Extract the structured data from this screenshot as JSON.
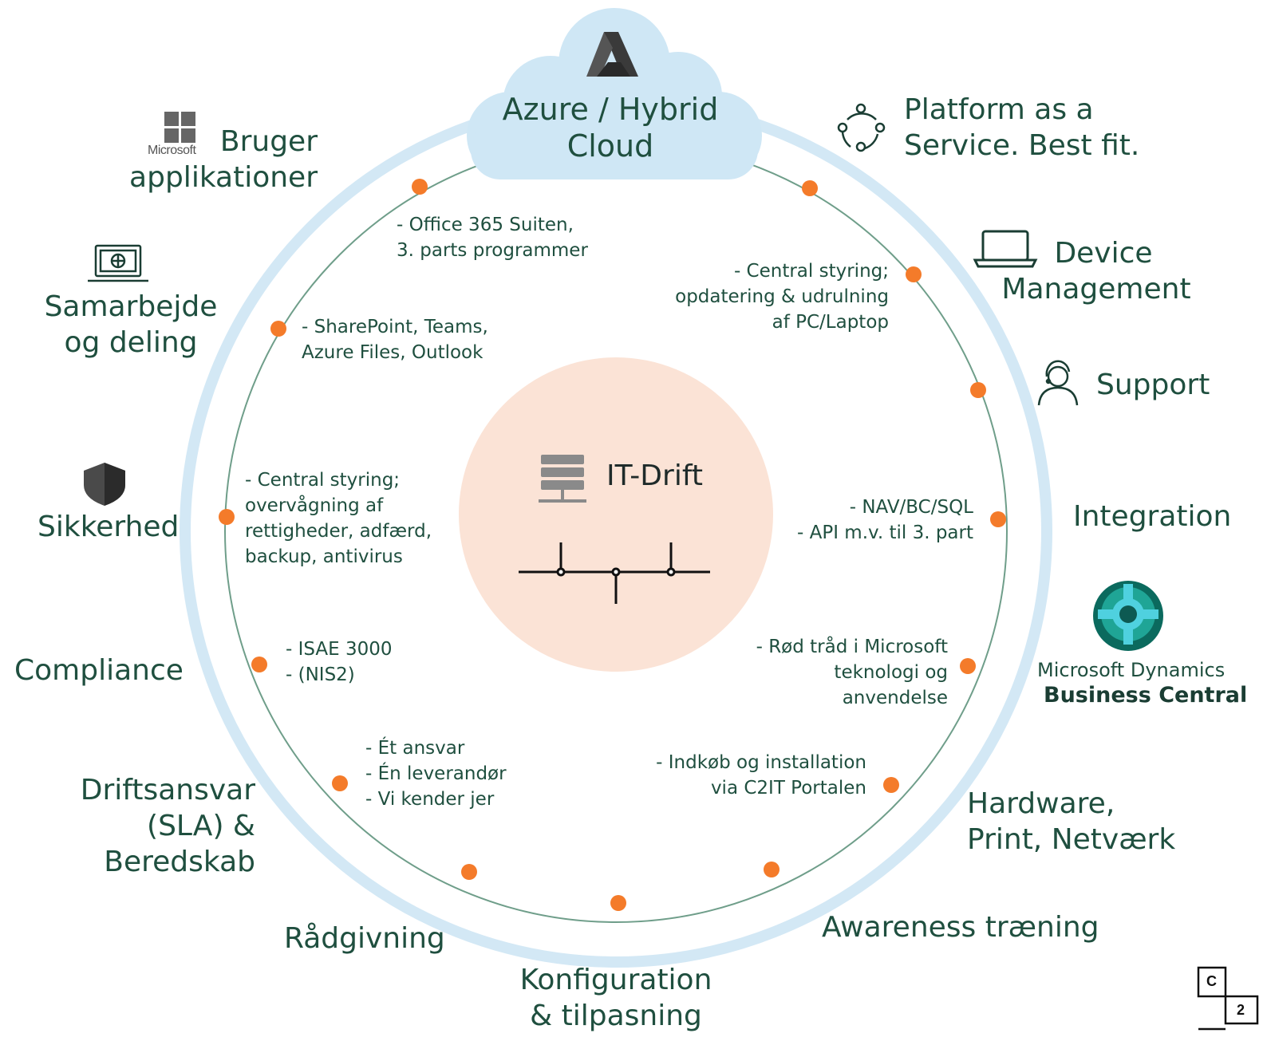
{
  "cloud": {
    "line1": "Azure / Hybrid",
    "line2": "Cloud"
  },
  "center": {
    "title": "IT-Drift"
  },
  "labels": {
    "bruger": {
      "l1": "Bruger",
      "l2": "applikationer",
      "ms": "Microsoft"
    },
    "samarbejde": {
      "l1": "Samarbejde",
      "l2": "og deling"
    },
    "sikkerhed": "Sikkerhed",
    "compliance": "Compliance",
    "driftsansvar": {
      "l1": "Driftsansvar",
      "l2": "(SLA) &",
      "l3": "Beredskab"
    },
    "raadgivning": "Rådgivning",
    "konfiguration": {
      "l1": "Konfiguration",
      "l2": "& tilpasning"
    },
    "awareness": "Awareness træning",
    "hardware": {
      "l1": "Hardware,",
      "l2": "Print, Netværk"
    },
    "integration": "Integration",
    "support": "Support",
    "device": {
      "l1": "Device",
      "l2": "Management"
    },
    "platform": {
      "l1": "Platform as a",
      "l2": "Service. Best fit."
    }
  },
  "business_central": {
    "line1": "Microsoft Dynamics",
    "line2": "Business Central"
  },
  "details": {
    "office": [
      "- Office 365 Suiten,",
      "3. parts programmer"
    ],
    "sharepoint": [
      "- SharePoint, Teams,",
      "Azure Files, Outlook"
    ],
    "security": [
      "- Central styring;",
      "overvågning af",
      "rettigheder, adfærd,",
      "backup, antivirus"
    ],
    "compliance": [
      "- ISAE 3000",
      "- (NIS2)"
    ],
    "ansvar": [
      "- Ét ansvar",
      "- Én leverandør",
      "- Vi kender jer"
    ],
    "device": [
      "- Central styring;",
      "opdatering & udrulning",
      "af PC/Laptop"
    ],
    "nav": [
      "- NAV/BC/SQL",
      "- API m.v. til 3. part"
    ],
    "microsoft": [
      "- Rød tråd i Microsoft",
      "teknologi og",
      "anvendelse"
    ],
    "indkoeb": [
      "- Indkøb og installation",
      "via C2IT Portalen"
    ]
  },
  "corner_logo": {
    "c": "C",
    "two": "2"
  },
  "colors": {
    "text": "#1f4f3f",
    "outer_ring": "#d3e8f5",
    "inner_ring": "#6f9e8a",
    "dot": "#f47b2a",
    "cloud": "#cfe7f5",
    "center": "#fbe3d6"
  }
}
